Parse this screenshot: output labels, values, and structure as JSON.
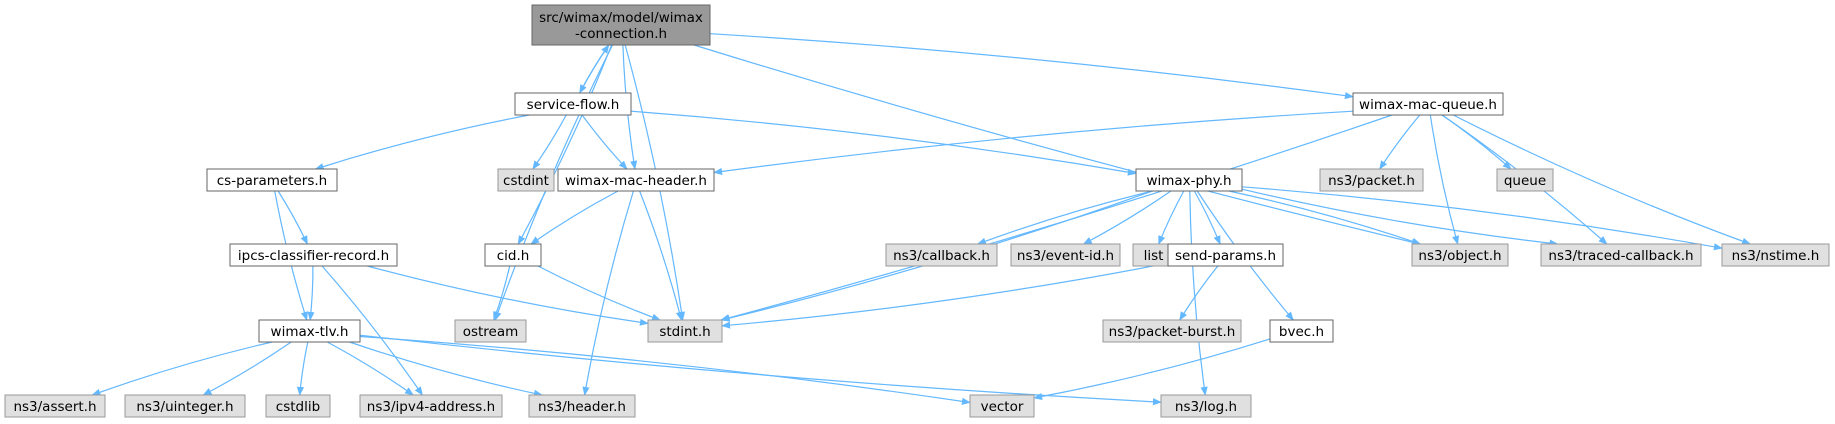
{
  "colors": {
    "edge": "#63b8ff",
    "root_fill": "#999999",
    "root_stroke": "#666666",
    "doc_fill": "#ffffff",
    "doc_stroke": "#666666",
    "ext_fill": "#e0e0e0",
    "ext_stroke": "#999999"
  },
  "nodes": {
    "root": {
      "lines": [
        "src/wimax/model/wimax",
        "-connection.h"
      ],
      "kind": "root"
    },
    "service_flow": {
      "lines": [
        "service-flow.h"
      ],
      "kind": "doc"
    },
    "wimax_mac_queue": {
      "lines": [
        "wimax-mac-queue.h"
      ],
      "kind": "doc"
    },
    "cs_parameters": {
      "lines": [
        "cs-parameters.h"
      ],
      "kind": "doc"
    },
    "cstdint": {
      "lines": [
        "cstdint"
      ],
      "kind": "ext"
    },
    "wimax_mac_header": {
      "lines": [
        "wimax-mac-header.h"
      ],
      "kind": "doc"
    },
    "wimax_phy": {
      "lines": [
        "wimax-phy.h"
      ],
      "kind": "doc"
    },
    "ns3_packet": {
      "lines": [
        "ns3/packet.h"
      ],
      "kind": "ext"
    },
    "queue": {
      "lines": [
        "queue"
      ],
      "kind": "ext"
    },
    "ipcs_classifier_record": {
      "lines": [
        "ipcs-classifier-record.h"
      ],
      "kind": "doc"
    },
    "cid": {
      "lines": [
        "cid.h"
      ],
      "kind": "doc"
    },
    "ns3_callback": {
      "lines": [
        "ns3/callback.h"
      ],
      "kind": "ext"
    },
    "ns3_event_id": {
      "lines": [
        "ns3/event-id.h"
      ],
      "kind": "ext"
    },
    "list": {
      "lines": [
        "list"
      ],
      "kind": "ext"
    },
    "send_params": {
      "lines": [
        "send-params.h"
      ],
      "kind": "doc"
    },
    "ns3_object": {
      "lines": [
        "ns3/object.h"
      ],
      "kind": "ext"
    },
    "ns3_traced_callback": {
      "lines": [
        "ns3/traced-callback.h"
      ],
      "kind": "ext"
    },
    "ns3_nstime": {
      "lines": [
        "ns3/nstime.h"
      ],
      "kind": "ext"
    },
    "wimax_tlv": {
      "lines": [
        "wimax-tlv.h"
      ],
      "kind": "doc"
    },
    "ostream": {
      "lines": [
        "ostream"
      ],
      "kind": "ext"
    },
    "stdint": {
      "lines": [
        "stdint.h"
      ],
      "kind": "ext"
    },
    "ns3_packet_burst": {
      "lines": [
        "ns3/packet-burst.h"
      ],
      "kind": "ext"
    },
    "bvec": {
      "lines": [
        "bvec.h"
      ],
      "kind": "doc"
    },
    "ns3_assert": {
      "lines": [
        "ns3/assert.h"
      ],
      "kind": "ext"
    },
    "ns3_uinteger": {
      "lines": [
        "ns3/uinteger.h"
      ],
      "kind": "ext"
    },
    "cstdlib": {
      "lines": [
        "cstdlib"
      ],
      "kind": "ext"
    },
    "ns3_ipv4_address": {
      "lines": [
        "ns3/ipv4-address.h"
      ],
      "kind": "ext"
    },
    "ns3_header": {
      "lines": [
        "ns3/header.h"
      ],
      "kind": "ext"
    },
    "vector": {
      "lines": [
        "vector"
      ],
      "kind": "ext"
    },
    "ns3_log": {
      "lines": [
        "ns3/log.h"
      ],
      "kind": "ext"
    }
  },
  "edges": [
    [
      "root",
      "service_flow"
    ],
    [
      "root",
      "wimax_mac_queue"
    ],
    [
      "root",
      "wimax_mac_header"
    ],
    [
      "root",
      "cid"
    ],
    [
      "root",
      "ostream"
    ],
    [
      "root",
      "stdint"
    ],
    [
      "root",
      "ns3_object"
    ],
    [
      "service_flow",
      "root"
    ],
    [
      "service_flow",
      "cs_parameters"
    ],
    [
      "service_flow",
      "cstdint"
    ],
    [
      "service_flow",
      "wimax_mac_header"
    ],
    [
      "service_flow",
      "wimax_phy"
    ],
    [
      "wimax_mac_queue",
      "wimax_mac_header"
    ],
    [
      "wimax_mac_queue",
      "stdint"
    ],
    [
      "wimax_mac_queue",
      "ns3_packet"
    ],
    [
      "wimax_mac_queue",
      "queue"
    ],
    [
      "wimax_mac_queue",
      "ns3_object"
    ],
    [
      "wimax_mac_queue",
      "ns3_traced_callback"
    ],
    [
      "wimax_mac_queue",
      "ns3_nstime"
    ],
    [
      "cs_parameters",
      "ipcs_classifier_record"
    ],
    [
      "cs_parameters",
      "wimax_tlv"
    ],
    [
      "ipcs_classifier_record",
      "wimax_tlv"
    ],
    [
      "ipcs_classifier_record",
      "stdint"
    ],
    [
      "ipcs_classifier_record",
      "ns3_ipv4_address"
    ],
    [
      "wimax_mac_header",
      "cid"
    ],
    [
      "wimax_mac_header",
      "stdint"
    ],
    [
      "wimax_mac_header",
      "ns3_header"
    ],
    [
      "cid",
      "ostream"
    ],
    [
      "cid",
      "stdint"
    ],
    [
      "wimax_phy",
      "stdint"
    ],
    [
      "wimax_phy",
      "ns3_callback"
    ],
    [
      "wimax_phy",
      "ns3_event_id"
    ],
    [
      "wimax_phy",
      "list"
    ],
    [
      "wimax_phy",
      "send_params"
    ],
    [
      "wimax_phy",
      "bvec"
    ],
    [
      "wimax_phy",
      "ns3_object"
    ],
    [
      "wimax_phy",
      "ns3_traced_callback"
    ],
    [
      "wimax_phy",
      "ns3_nstime"
    ],
    [
      "wimax_phy",
      "ns3_log"
    ],
    [
      "send_params",
      "stdint"
    ],
    [
      "send_params",
      "ns3_packet_burst"
    ],
    [
      "bvec",
      "vector"
    ],
    [
      "wimax_tlv",
      "ns3_assert"
    ],
    [
      "wimax_tlv",
      "ns3_uinteger"
    ],
    [
      "wimax_tlv",
      "cstdlib"
    ],
    [
      "wimax_tlv",
      "ns3_ipv4_address"
    ],
    [
      "wimax_tlv",
      "ns3_header"
    ],
    [
      "wimax_tlv",
      "vector"
    ],
    [
      "wimax_tlv",
      "ns3_log"
    ]
  ]
}
